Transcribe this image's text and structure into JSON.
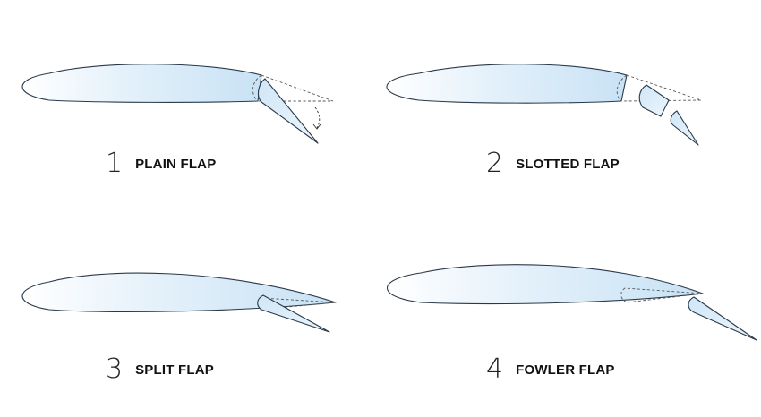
{
  "colors": {
    "wing_fill_light": "#eaf4fc",
    "wing_fill_mid": "#cfe6f7",
    "outline": "#2b3a4a",
    "text": "#111111"
  },
  "panels": [
    {
      "number": "1",
      "label": "PLAIN FLAP"
    },
    {
      "number": "2",
      "label": "SLOTTED FLAP"
    },
    {
      "number": "3",
      "label": "SPLIT FLAP"
    },
    {
      "number": "4",
      "label": "FOWLER FLAP"
    }
  ]
}
